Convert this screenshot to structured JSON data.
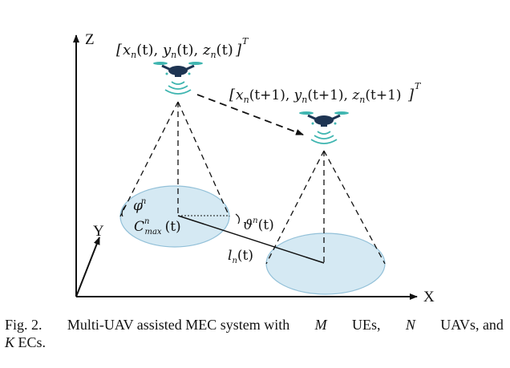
{
  "axes": {
    "z_label": "Z",
    "y_label": "Y",
    "x_label": "X"
  },
  "uav_position_t": {
    "base": "[x",
    "t": "t",
    "T": "T"
  },
  "uav_position_t1": {
    "t1": "t+1",
    "T": "T"
  },
  "labels": {
    "phi": "φ",
    "n": "n",
    "C": "C",
    "max": "max",
    "theta": "ϑ",
    "l": "l",
    "t_paren": "(t)"
  },
  "caption": {
    "fig": "Fig. 2.",
    "text_1": "Multi-UAV assisted MEC system with",
    "M": "M",
    "text_2": "UEs,",
    "N": "N",
    "text_3": "UAVs, and",
    "K": "K",
    "text_4": "ECs."
  },
  "colors": {
    "coverage_fill": "#d5e9f3",
    "coverage_stroke": "#92c0d8",
    "drone_body": "#1e3452",
    "rotor": "#3fb5b0",
    "signal": "#3fb5b0"
  }
}
